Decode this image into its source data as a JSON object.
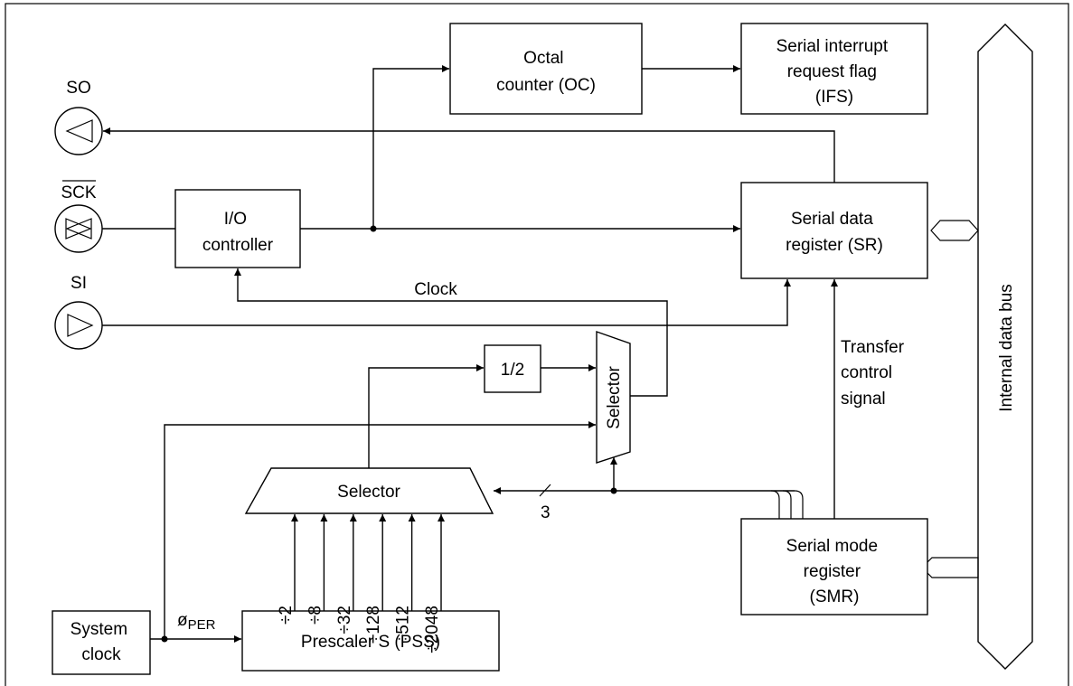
{
  "pins": {
    "so": "SO",
    "sck": "SCK",
    "si": "SI"
  },
  "blocks": {
    "octal_counter": [
      "Octal",
      "counter (OC)"
    ],
    "interrupt_flag": [
      "Serial interrupt",
      "request flag",
      "(IFS)"
    ],
    "io_controller": [
      "I/O",
      "controller"
    ],
    "serial_data_register": [
      "Serial data",
      "register (SR)"
    ],
    "half_divider": "1/2",
    "selector_vertical": "Selector",
    "selector_main": "Selector",
    "serial_mode_register": [
      "Serial mode",
      "register",
      "(SMR)"
    ],
    "system_clock": [
      "System",
      "clock"
    ],
    "prescaler": "Prescaler S (PSS)"
  },
  "labels": {
    "clock": "Clock",
    "transfer_control": [
      "Transfer",
      "control",
      "signal"
    ],
    "bus_width": "3",
    "internal_bus": "Internal data bus",
    "phi_symbol": "ø",
    "phi_subscript": "PER"
  },
  "prescaler_taps": [
    "÷2",
    "÷8",
    "÷32",
    "÷128",
    "÷512",
    "÷2048"
  ]
}
